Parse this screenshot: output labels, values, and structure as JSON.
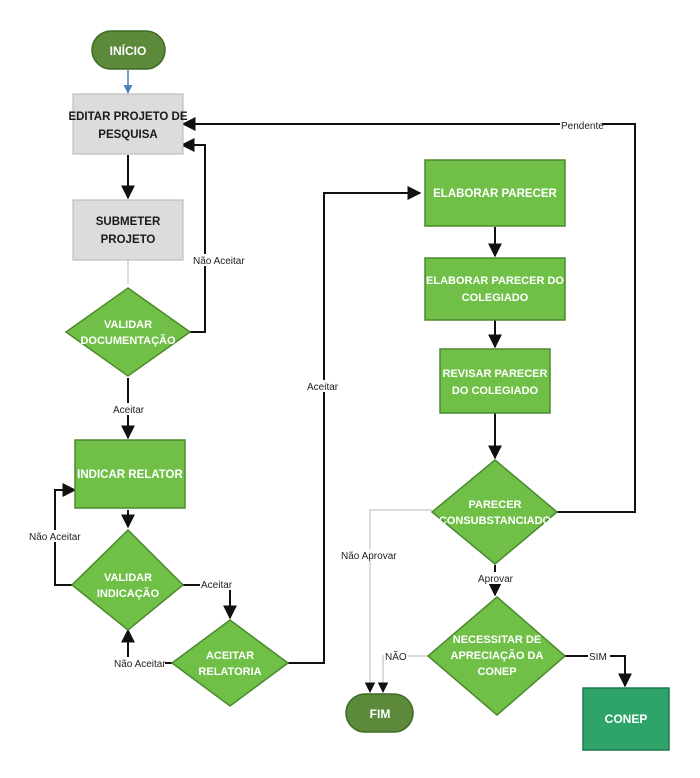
{
  "colors": {
    "green_fill": "#70c048",
    "green_dark": "#4a8a2c",
    "gray_fill": "#dcdcdc",
    "terminal_fill": "#5c8a3a",
    "conep_fill": "#2fa46a",
    "line": "#111111"
  },
  "nodes": {
    "inicio": "INÍCIO",
    "editar_1": "EDITAR PROJETO DE",
    "editar_2": "PESQUISA",
    "submeter_1": "SUBMETER",
    "submeter_2": "PROJETO",
    "validar_doc_1": "VALIDAR",
    "validar_doc_2": "DOCUMENTAÇÃO",
    "indicar": "INDICAR RELATOR",
    "validar_ind_1": "VALIDAR",
    "validar_ind_2": "INDICAÇÃO",
    "aceitar_rel_1": "ACEITAR",
    "aceitar_rel_2": "RELATORIA",
    "elaborar": "ELABORAR PARECER",
    "elab_col_1": "ELABORAR PARECER DO",
    "elab_col_2": "COLEGIADO",
    "revisar_1": "REVISAR PARECER",
    "revisar_2": "DO COLEGIADO",
    "parecer_1": "PARECER",
    "parecer_2": "CONSUBSTANCIADO",
    "necessitar_1": "NECESSITAR DE",
    "necessitar_2": "APRECIAÇÃO DA",
    "necessitar_3": "CONEP",
    "fim": "FIM",
    "conep": "CONEP"
  },
  "edges": {
    "nao_aceitar_doc": "Não Aceitar",
    "aceitar_doc": "Aceitar",
    "nao_aceitar_ind_left": "Não Aceitar",
    "aceitar_ind": "Aceitar",
    "nao_aceitar_bottom": "Não Aceitar",
    "aceitar_rel": "Aceitar",
    "pendente": "Pendente",
    "nao_aprovar": "Não Aprovar",
    "aprovar": "Aprovar",
    "nao": "NÃO",
    "sim": "SIM"
  }
}
